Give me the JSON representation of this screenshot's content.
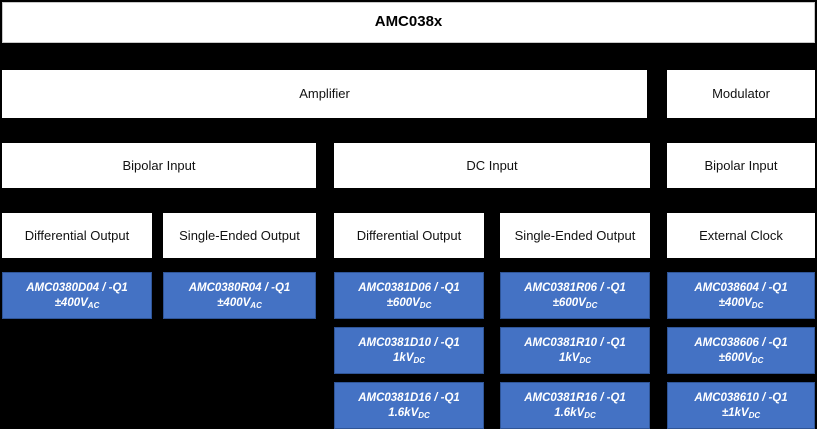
{
  "colors": {
    "background": "#000000",
    "box_white": "#ffffff",
    "box_blue": "#4472C4",
    "text_dark": "#111111",
    "text_light": "#ffffff"
  },
  "title": {
    "label": "AMC038x"
  },
  "row_function": [
    {
      "label": "Amplifier"
    },
    {
      "label": "Modulator"
    }
  ],
  "row_input": [
    {
      "label": "Bipolar Input"
    },
    {
      "label": "DC Input"
    },
    {
      "label": "Bipolar Input"
    }
  ],
  "row_output": [
    {
      "label": "Differential Output"
    },
    {
      "label": "Single-Ended Output"
    },
    {
      "label": "Differential Output"
    },
    {
      "label": "Single-Ended Output"
    },
    {
      "label": "External Clock"
    }
  ],
  "products": {
    "col1": [
      {
        "part": "AMC0380D04 / -Q1",
        "rating": "±400V",
        "unit": "AC"
      }
    ],
    "col2": [
      {
        "part": "AMC0380R04 / -Q1",
        "rating": "±400V",
        "unit": "AC"
      }
    ],
    "col3": [
      {
        "part": "AMC0381D06 / -Q1",
        "rating": "±600V",
        "unit": "DC"
      },
      {
        "part": "AMC0381D10 / -Q1",
        "rating": "1kV",
        "unit": "DC"
      },
      {
        "part": "AMC0381D16 / -Q1",
        "rating": "1.6kV",
        "unit": "DC"
      }
    ],
    "col4": [
      {
        "part": "AMC0381R06 / -Q1",
        "rating": "±600V",
        "unit": "DC"
      },
      {
        "part": "AMC0381R10 / -Q1",
        "rating": "1kV",
        "unit": "DC"
      },
      {
        "part": "AMC0381R16 / -Q1",
        "rating": "1.6kV",
        "unit": "DC"
      }
    ],
    "col5": [
      {
        "part": "AMC038604 / -Q1",
        "rating": "±400V",
        "unit": "DC"
      },
      {
        "part": "AMC038606 / -Q1",
        "rating": "±600V",
        "unit": "DC"
      },
      {
        "part": "AMC038610 / -Q1",
        "rating": "±1kV",
        "unit": "DC"
      }
    ]
  }
}
